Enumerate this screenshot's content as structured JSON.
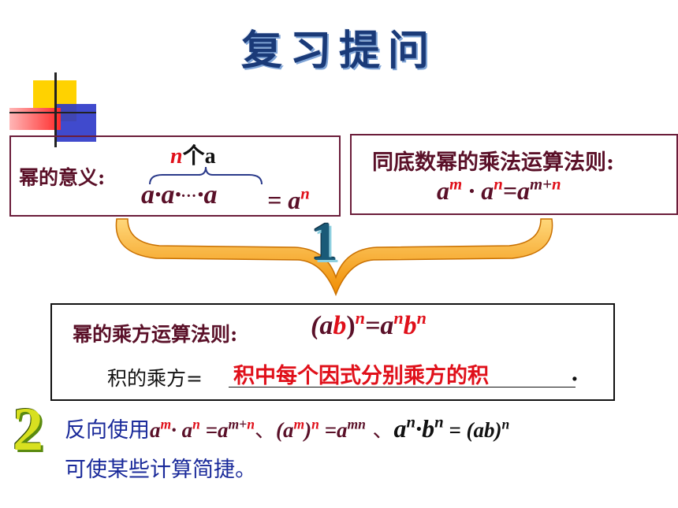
{
  "title": "复习提问",
  "box1": {
    "label": "幂的意义:",
    "brace_n": "n",
    "brace_count": "个a",
    "expr_left": "a·a·",
    "expr_dots": "…",
    "expr_last": "·a",
    "equals": "= a",
    "exp": "n"
  },
  "box2": {
    "heading": "同底数幂的乘法运算法则:",
    "base1": "a",
    "exp1": "m",
    "dot": "·",
    "base2": "a",
    "exp2": "n",
    "eq": "=a",
    "exp3a": "m+",
    "exp3b": "n"
  },
  "badge1": "1",
  "box3": {
    "heading": "幂的乘方运算法则:",
    "lp": "(a",
    "b": "b",
    "rp": ")",
    "n1": "n",
    "eq": "=a",
    "n2": "n",
    "b2": "b",
    "n3": "n",
    "product_label": "积的乘方=",
    "product_answer": "积中每个因式分别乘方的积",
    "period": "."
  },
  "badge2": "2",
  "reverse": {
    "prefix": "反向使用",
    "t1": "a",
    "e1": "m",
    "t2": "· a",
    "e2": "n",
    "t3": " =a",
    "e3a": "m+",
    "e3b": "n",
    "sep1": "、",
    "t4": "(a",
    "e4": "m",
    "t5": ")",
    "e5": "n",
    "t6": " =a",
    "e6": "mn",
    "sep2": " 、",
    "t7": "a",
    "e7": "n",
    "t8": "·b",
    "e8": "n",
    "t9": " = (ab)",
    "e9": "n",
    "line2": "可使某些计算简捷。"
  },
  "colors": {
    "accent_red": "#e0101a",
    "box_border": "#6b1d3a",
    "title": "#1a3a78",
    "brace_orange": "#f5a623"
  }
}
